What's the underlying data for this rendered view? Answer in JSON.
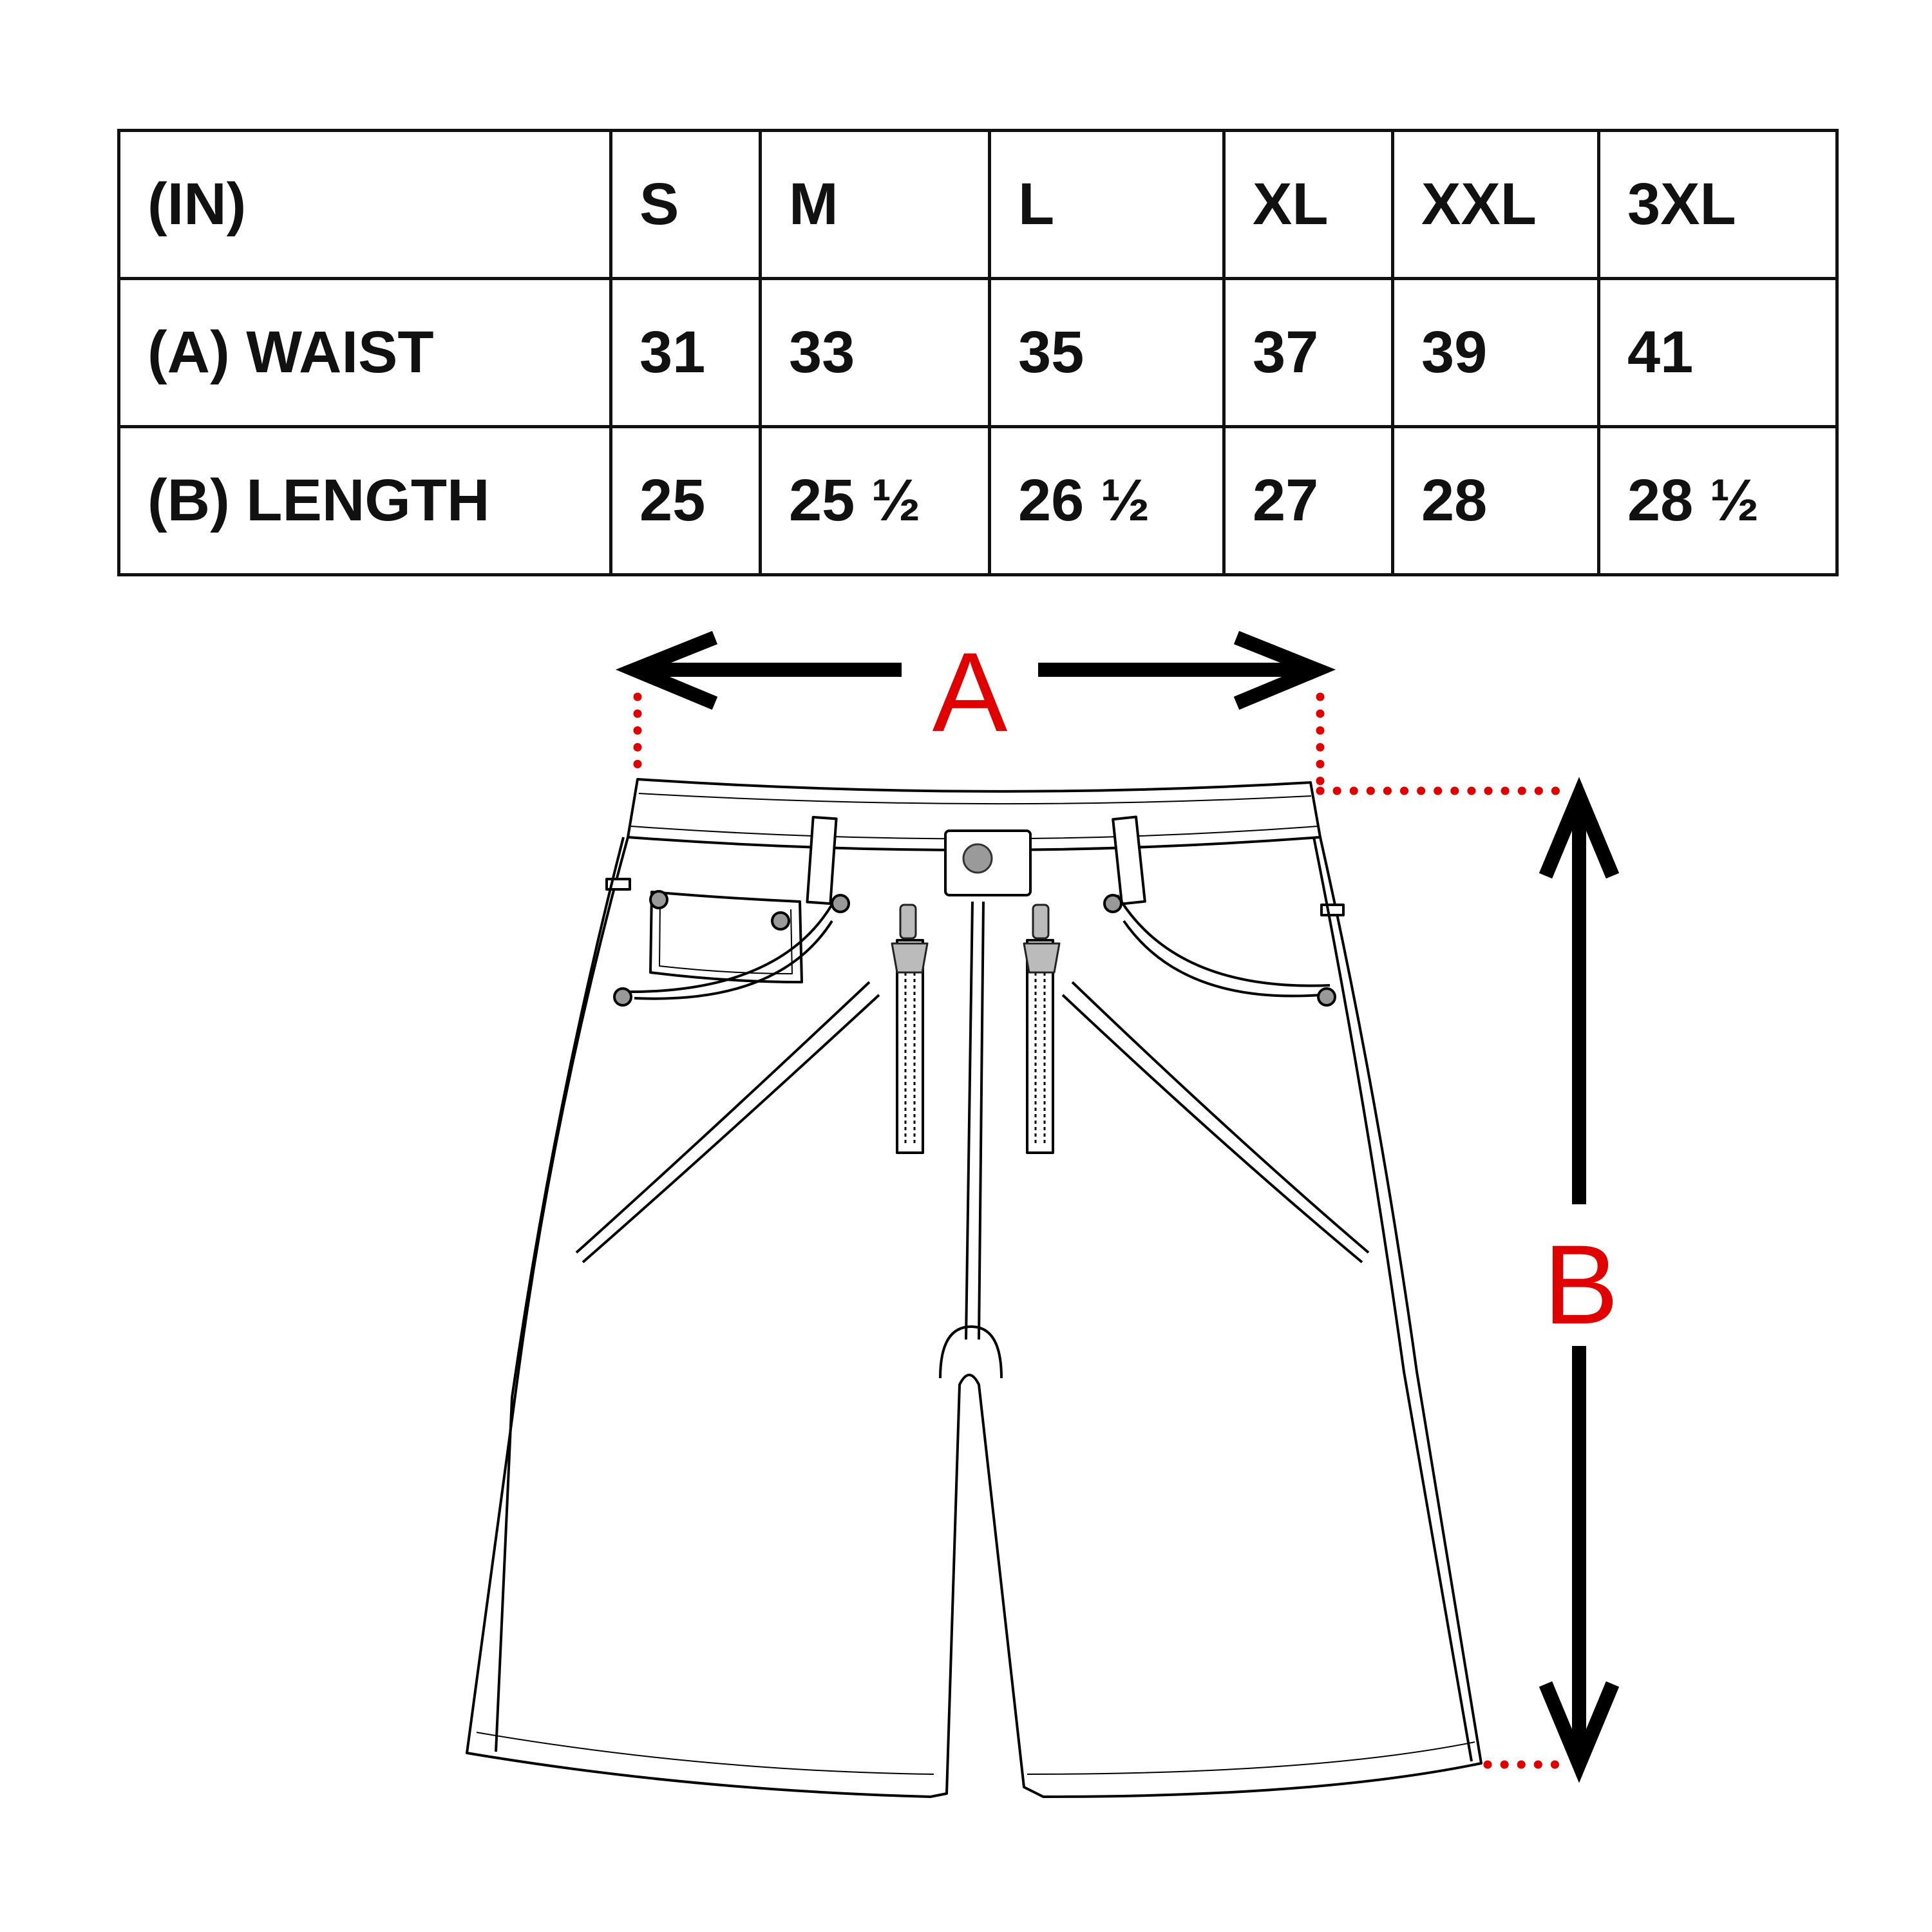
{
  "size_chart": {
    "header": [
      "(IN)",
      "S",
      "M",
      "L",
      "XL",
      "XXL",
      "3XL"
    ],
    "rows": [
      {
        "label": "(A) WAIST",
        "values": [
          "31",
          "33",
          "35",
          "37",
          "39",
          "41"
        ]
      },
      {
        "label": "(B) LENGTH",
        "values": [
          "25",
          "25 ½",
          "26 ½",
          "27",
          "28",
          "28 ½"
        ]
      }
    ]
  },
  "diagram": {
    "label_a": "A",
    "label_b": "B",
    "label_color": "#e00000",
    "guide_color": "#e00000",
    "arrow_color": "#000000"
  }
}
